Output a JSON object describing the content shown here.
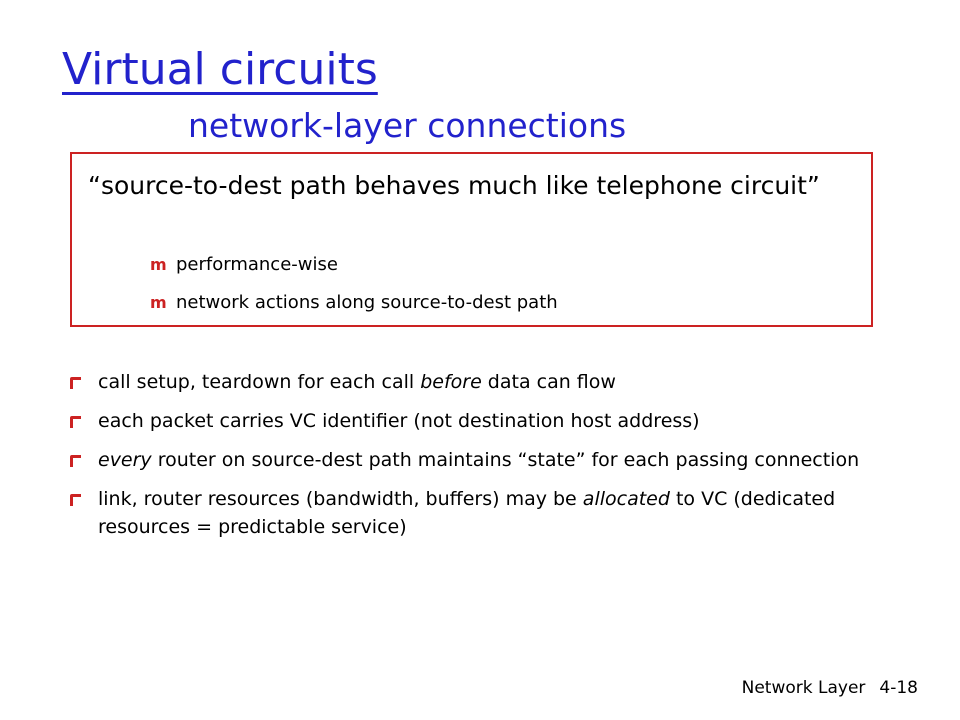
{
  "slide": {
    "title": "Virtual circuits",
    "subtitle": "network-layer connections"
  },
  "quote_box": {
    "text": "“source-to-dest path behaves much like telephone circuit”",
    "sub_items": [
      "performance-wise",
      "network actions along source-to-dest path"
    ]
  },
  "bullets": [
    {
      "parts": [
        {
          "t": "call setup, teardown for each call "
        },
        {
          "t": "before",
          "i": true
        },
        {
          "t": " data can flow"
        }
      ]
    },
    {
      "parts": [
        {
          "t": "each packet carries VC identifier (not destination host address)"
        }
      ]
    },
    {
      "parts": [
        {
          "t": "every",
          "i": true
        },
        {
          "t": " router on source-dest path maintains “state” for each passing connection"
        }
      ]
    },
    {
      "parts": [
        {
          "t": "link, router resources (bandwidth, buffers) may be "
        },
        {
          "t": "allocated",
          "i": true
        },
        {
          "t": " to VC (dedicated resources = predictable service)"
        }
      ]
    }
  ],
  "footer": {
    "section": "Network Layer",
    "page": "4-18"
  },
  "colors": {
    "title": "#2222cc",
    "accent": "#cc2222"
  }
}
